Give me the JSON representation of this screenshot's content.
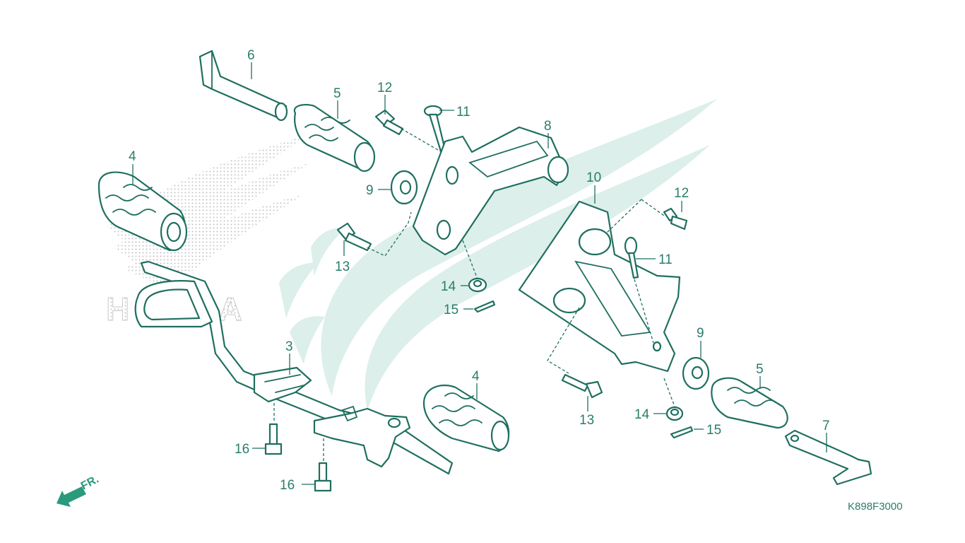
{
  "diagram": {
    "callouts": {
      "c6": "6",
      "c5_top": "5",
      "c4_top": "4",
      "c12_top": "12",
      "c11_top": "11",
      "c8": "8",
      "c9_top": "9",
      "c13_top": "13",
      "c14_top": "14",
      "c15_top": "15",
      "c10": "10",
      "c12_right": "12",
      "c11_right": "11",
      "c9_right": "9",
      "c5_right": "5",
      "c3": "3",
      "c4_bottom": "4",
      "c13_bottom": "13",
      "c14_bottom": "14",
      "c15_bottom": "15",
      "c7": "7",
      "c16_a": "16",
      "c16_b": "16"
    },
    "direction_label": "FR.",
    "drawing_code": "K898F3000",
    "watermark_text": "HONDA",
    "colors": {
      "line": "#1f6f60",
      "text": "#2a7d6b",
      "watermark_wing": "#d8efe9",
      "watermark_dots": "#c7c7c7",
      "arrow": "#2a9a7d"
    }
  }
}
